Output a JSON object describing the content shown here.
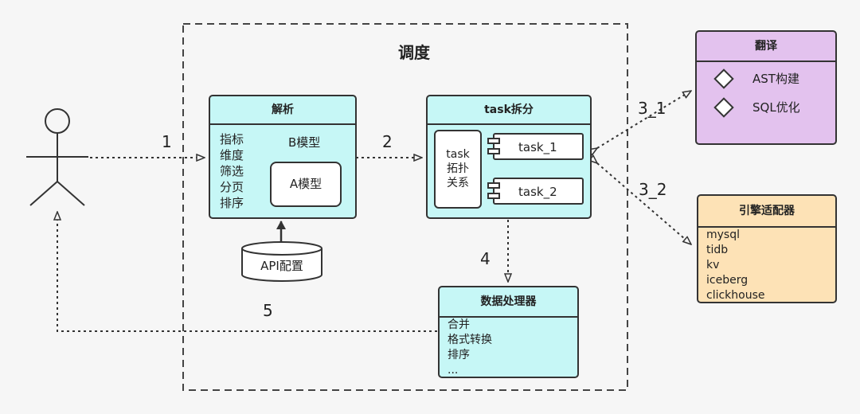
{
  "scheduler": {
    "title": "调度"
  },
  "actor": {
    "icon": "stick-figure"
  },
  "parse": {
    "title": "解析",
    "items": [
      "指标",
      "维度",
      "筛选",
      "分页",
      "排序"
    ],
    "model_b": "B模型",
    "model_a": "A模型"
  },
  "api_config": "API配置",
  "task_split": {
    "title": "task拆分",
    "topology": "task\n拓扑\n关系",
    "tasks": [
      "task_1",
      "task_2"
    ]
  },
  "data_processor": {
    "title": "数据处理器",
    "items": [
      "合并",
      "格式转换",
      "排序",
      "..."
    ]
  },
  "translate": {
    "title": "翻译",
    "items": [
      "AST构建",
      "SQL优化"
    ]
  },
  "engine_adapter": {
    "title": "引擎适配器",
    "items": [
      "mysql",
      "tidb",
      "kv",
      "iceberg",
      "clickhouse"
    ]
  },
  "edges": {
    "e1": "1",
    "e2": "2",
    "e3_1": "3_1",
    "e3_2": "3_2",
    "e4": "4",
    "e5": "5"
  },
  "colors": {
    "cyan": "#c6f7f6",
    "purple": "#e3c2ee",
    "orange": "#fde2b6",
    "line": "#333333",
    "bg": "#f6f6f6"
  }
}
